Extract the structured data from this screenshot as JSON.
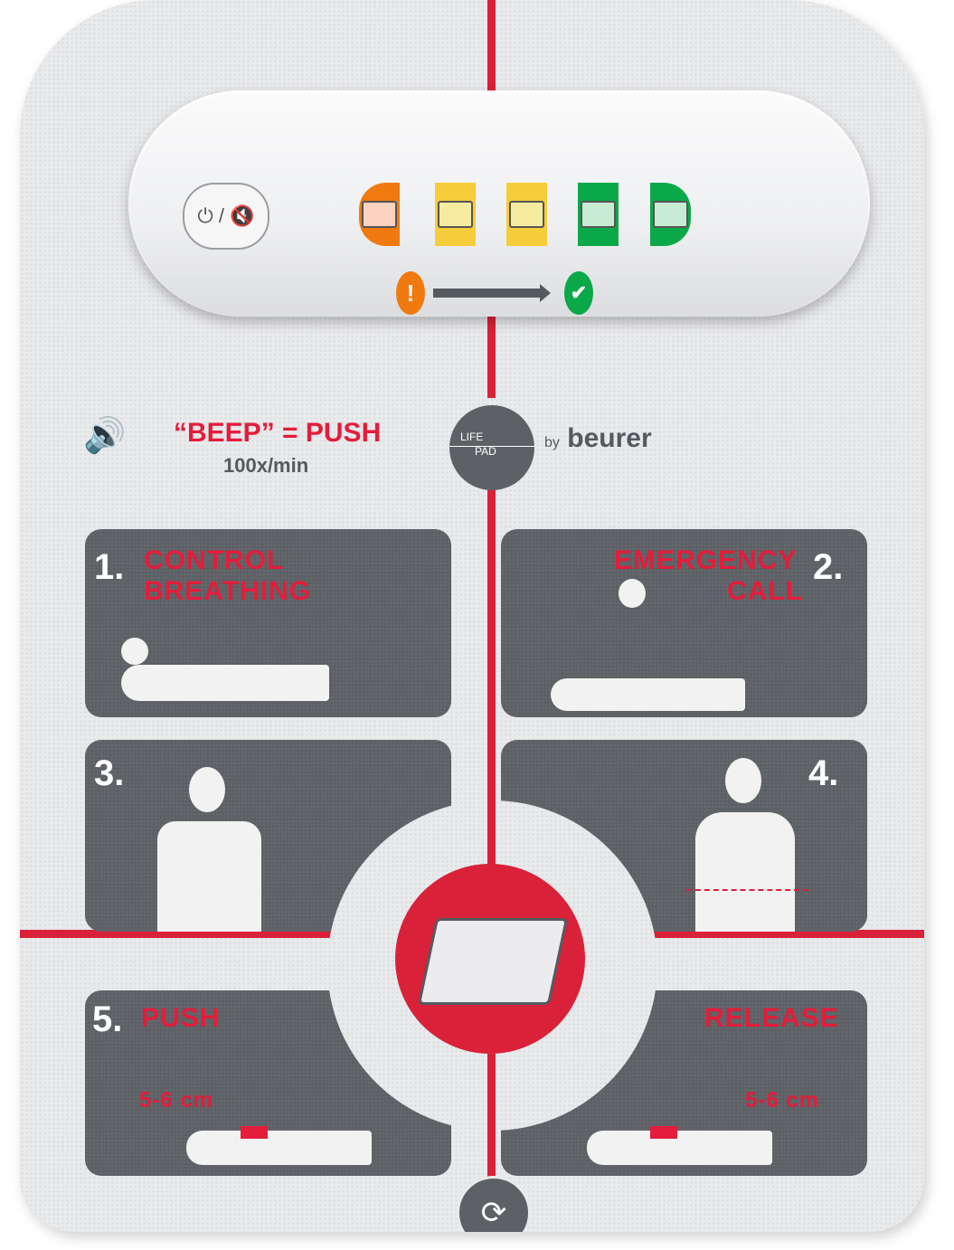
{
  "device": {
    "power_mute_button": {
      "symbols": "⏻ / 🔇",
      "icon": "power-mute-icon"
    },
    "indicator_segments": [
      {
        "color": "#f07a10",
        "led": "#fbd3c0"
      },
      {
        "color": "#f5cd3a",
        "led": "#f7eba0"
      },
      {
        "color": "#f5cd3a",
        "led": "#f7eba0"
      },
      {
        "color": "#0ba84a",
        "led": "#c8ebd3"
      },
      {
        "color": "#0ba84a",
        "led": "#c8ebd3"
      }
    ],
    "status_warning": "!",
    "status_ok": "✔"
  },
  "instructions": {
    "speaker_icon": "🔊",
    "beep_label": "“BEEP” = PUSH",
    "rate_label": "100x/min"
  },
  "brand": {
    "logo_line1": "LIFE",
    "logo_line2": "PAD",
    "by": "by",
    "name": "beurer"
  },
  "steps": [
    {
      "number": "1.",
      "title_line1": "CONTROL",
      "title_line2": "BREATHING"
    },
    {
      "number": "2.",
      "title_line1": "EMERGENCY",
      "title_line2": "CALL"
    },
    {
      "number": "3."
    },
    {
      "number": "4."
    },
    {
      "number": "5.",
      "title_line1": "PUSH",
      "depth": "5-6 cm"
    },
    {
      "title_line1": "RELEASE",
      "depth": "5-6 cm"
    }
  ],
  "cycle_icon": "⟳",
  "colors": {
    "accent_red": "#e31d3b",
    "panel_gray": "#5d6166",
    "pad_bg": "#e9eaec"
  }
}
